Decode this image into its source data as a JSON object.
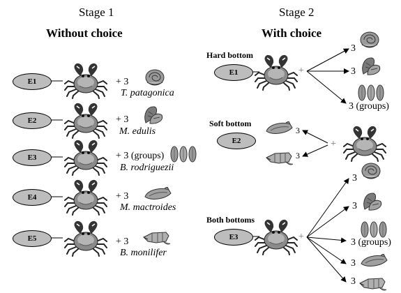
{
  "stage1": {
    "title": "Stage 1",
    "subtitle": "Without choice",
    "rows": [
      {
        "id": "E1",
        "plus": "+ 3",
        "species": "T. patagonica",
        "icon": "snail-shell-icon"
      },
      {
        "id": "E2",
        "plus": "+ 3",
        "species": "M. edulis",
        "icon": "mussel-icon"
      },
      {
        "id": "E3",
        "plus": "+ 3 (groups)",
        "species": "B. rodriguezii",
        "icon": "small-mussels-icon"
      },
      {
        "id": "E4",
        "plus": "+ 3",
        "species": "M. mactroides",
        "icon": "clam-icon"
      },
      {
        "id": "E5",
        "plus": "+ 3",
        "species": "B. monilifer",
        "icon": "whelk-icon"
      }
    ]
  },
  "stage2": {
    "title": "Stage 2",
    "subtitle": "With choice",
    "blocks": [
      {
        "bottom": "Hard bottom",
        "id": "E1",
        "plus": "+",
        "targets": [
          {
            "label": "3"
          },
          {
            "label": "3"
          },
          {
            "label": "3 (groups)"
          }
        ]
      },
      {
        "bottom": "Soft bottom",
        "id": "E2",
        "plus": "+",
        "targets": [
          {
            "label": "3"
          },
          {
            "label": "3"
          }
        ]
      },
      {
        "bottom": "Both bottoms",
        "id": "E3",
        "plus": "+",
        "targets": [
          {
            "label": "3"
          },
          {
            "label": "3"
          },
          {
            "label": "3 (groups)"
          },
          {
            "label": "3"
          },
          {
            "label": "3"
          }
        ]
      }
    ]
  }
}
